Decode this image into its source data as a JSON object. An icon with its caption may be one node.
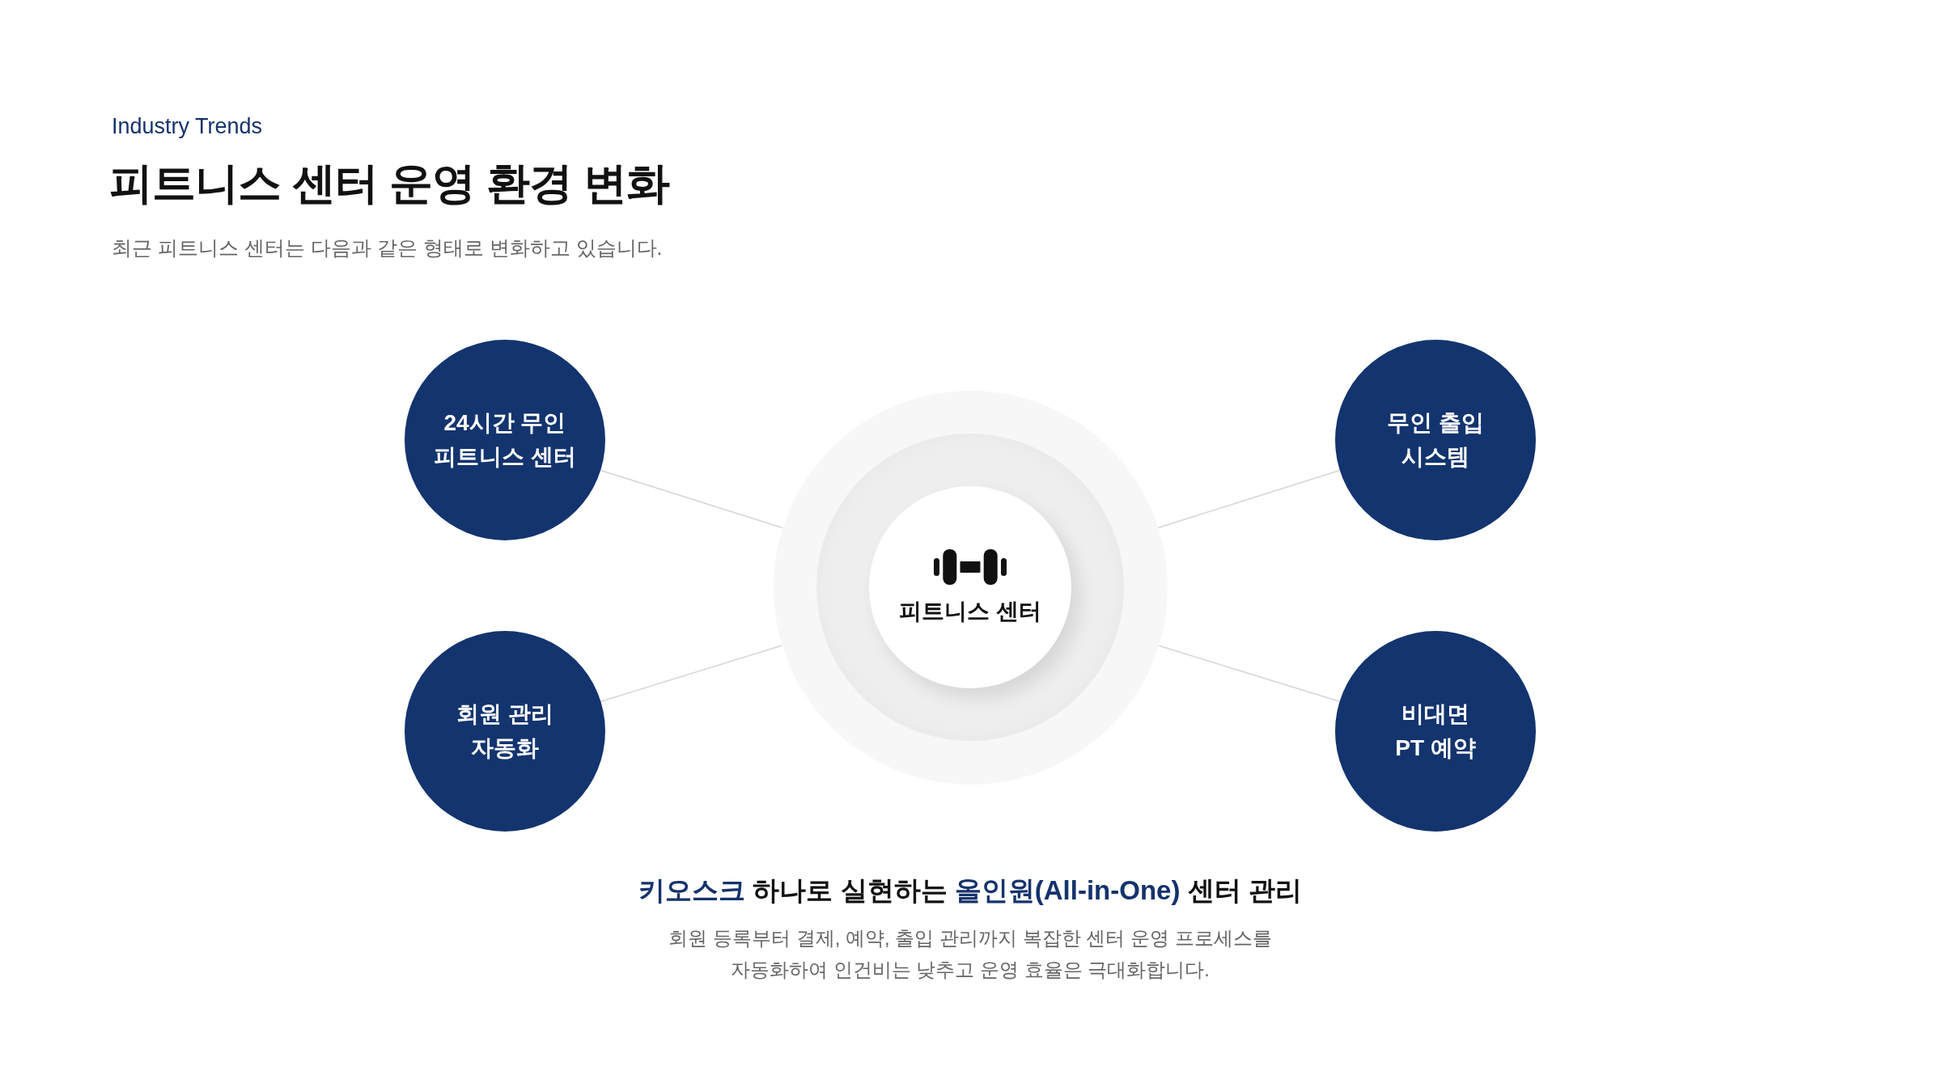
{
  "diagram": {
    "title": "피트니스 센터 운영 환경 변화",
    "nodes": [
      {
        "text": [
          "24시간 무인 피트니스 센터"
        ]
      },
      {
        "text": [
          "무인 출입 시스템"
        ]
      },
      {
        "text": [
          "피트니스 센터"
        ]
      },
      {
        "text": [
          "회원 관리 자동화"
        ]
      },
      {
        "text": [
          "비대면 PT 예약"
        ]
      }
    ],
    "edges": [
      {
        "from": 2,
        "to": 0,
        "arrow": "none"
      },
      {
        "from": 2,
        "to": 1,
        "arrow": "none"
      },
      {
        "from": 2,
        "to": 3,
        "arrow": "none"
      },
      {
        "from": 2,
        "to": 4,
        "arrow": "none"
      }
    ],
    "labels": [
      "Industry Trends",
      "최근 피트니스 센터는 다음과 같은 형태로 변화하고 있습니다.",
      "**키오스크** 하나로 실현하는 **올인원(All-in-One)** 센터 관리",
      "회원 등록부터 결제, 예약, 출입 관리까지 복잡한 센터 운영 프로세스를 자동화하여 인건비는 낮추고 운영 효율은 극대화합니다."
    ]
  }
}
